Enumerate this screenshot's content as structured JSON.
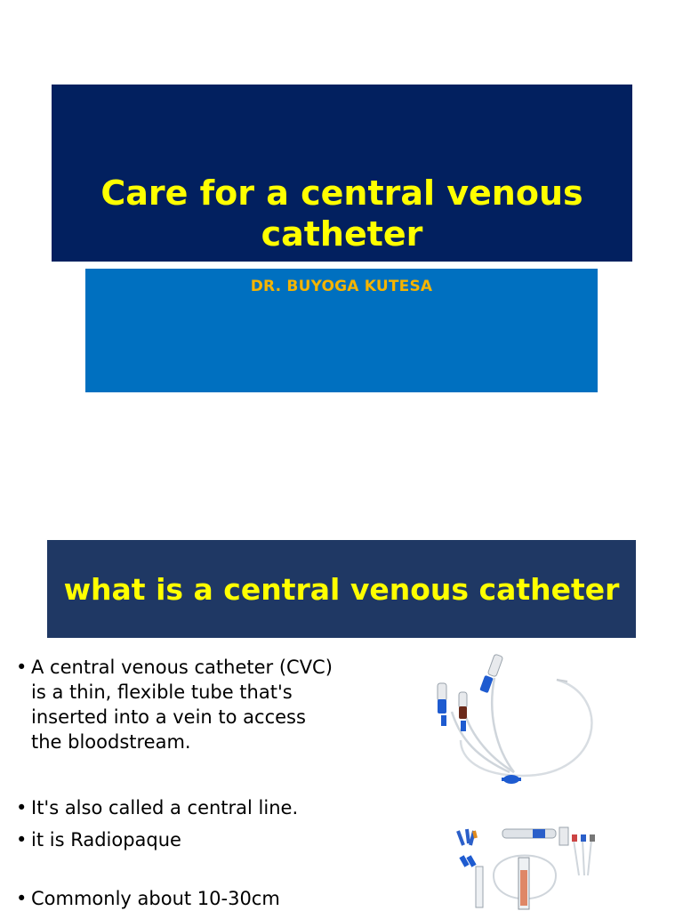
{
  "slide1": {
    "title": "Care for a central venous catheter",
    "subtitle": "DR. BUYOGA KUTESA"
  },
  "slide2": {
    "title": "what is a central venous catheter",
    "bullets": [
      "A central venous catheter (CVC) is a thin, flexible tube that's inserted into a vein to access the bloodstream.",
      "It's also called a central line.",
      "it is Radiopaque",
      "Commonly about 10-30cm"
    ],
    "images": [
      "triple-lumen-catheter-image",
      "cvc-kit-image"
    ]
  },
  "colors": {
    "title_bg_dark": "#02205f",
    "subtitle_bg": "#0070c0",
    "section_bg": "#1f3864",
    "title_text": "#ffff00",
    "subtitle_text": "#f5b400"
  }
}
